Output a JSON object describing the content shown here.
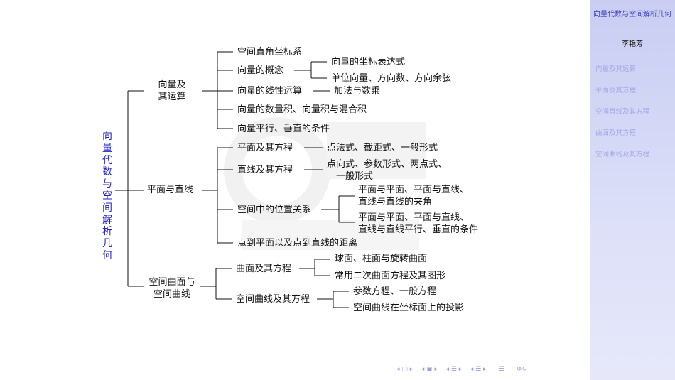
{
  "sidebar": {
    "title": "向量代数与空间解析几何",
    "author": "李艳芳",
    "items": [
      "向量及其运算",
      "平面及其方程",
      "空间直线及其方程",
      "曲面及其方程",
      "空间曲线及其方程"
    ]
  },
  "diagram": {
    "root": "向量代数与空间解析几何",
    "vector": {
      "label_line1": "向量及",
      "label_line2": "其运算",
      "children": {
        "coord": "空间直角坐标系",
        "concept": "向量的概念",
        "concept_sub1": "向量的坐标表达式",
        "concept_sub2": "单位向量、方向数、方向余弦",
        "linear": "向量的线性运算",
        "linear_sub": "加法与数乘",
        "products": "向量的数量积、向量积与混合积",
        "parallel": "向量平行、垂直的条件"
      }
    },
    "plane_line": {
      "label": "平面与直线",
      "children": {
        "plane": "平面及其方程",
        "plane_sub": "点法式、截距式、一般形式",
        "line": "直线及其方程",
        "line_sub_1": "点向式、参数形式、两点式、",
        "line_sub_2": "一般形式",
        "position": "空间中的位置关系",
        "pos_a_1": "平面与平面、平面与直线、",
        "pos_a_2": "直线与直线的夹角",
        "pos_b_1": "平面与平面、平面与直线、",
        "pos_b_2": "直线与直线平行、垂直的条件",
        "distance": "点到平面以及点到直线的距离"
      }
    },
    "surface_curve": {
      "label_line1": "空间曲面与",
      "label_line2": "空间曲线",
      "children": {
        "surface": "曲面及其方程",
        "surface_sub1": "球面、柱面与旋转曲面",
        "surface_sub2": "常用二次曲面方程及其图形",
        "curve": "空间曲线及其方程",
        "curve_sub1": "参数方程、一般方程",
        "curve_sub2": "空间曲线在坐标面上的投影"
      }
    }
  },
  "navigation": {
    "icons": [
      "nav-prev-frame-icon",
      "nav-next-frame-icon",
      "nav-prev-subsection-icon",
      "nav-next-subsection-icon",
      "nav-prev-section-icon",
      "nav-next-section-icon",
      "nav-toc-icon",
      "nav-search-icon"
    ]
  }
}
